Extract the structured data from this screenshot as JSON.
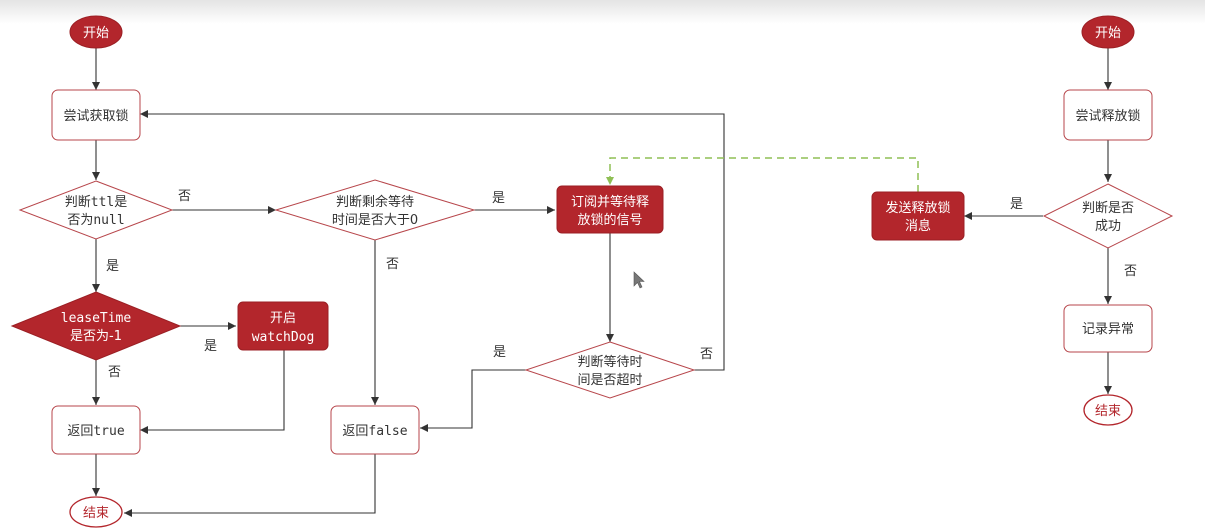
{
  "nodes": {
    "start_left": "开始",
    "try_acquire": "尝试获取锁",
    "judge_ttl": [
      "判断ttl是",
      "否为null"
    ],
    "judge_remaining": [
      "判断剩余等待",
      "时间是否大于0"
    ],
    "subscribe_wait": [
      "订阅并等待释",
      "放锁的信号"
    ],
    "lease_time": [
      "leaseTime",
      "是否为-1"
    ],
    "watchdog": [
      "开启",
      "watchDog"
    ],
    "return_true": "返回true",
    "return_false": "返回false",
    "judge_timeout": [
      "判断等待时",
      "间是否超时"
    ],
    "end_left": "结束",
    "start_right": "开始",
    "try_release": "尝试释放锁",
    "judge_success": [
      "判断是否",
      "成功"
    ],
    "send_release": [
      "发送释放锁",
      "消息"
    ],
    "record_error": "记录异常",
    "end_right": "结束"
  },
  "edges": {
    "ttl_no": "否",
    "remaining_yes": "是",
    "ttl_yes": "是",
    "remaining_no": "否",
    "lease_yes": "是",
    "lease_no": "否",
    "timeout_yes": "是",
    "timeout_no": "否",
    "success_yes": "是",
    "success_no": "否"
  },
  "colors": {
    "accent": "#b3262c",
    "stroke": "#b7464b",
    "line": "#333333",
    "dashed": "#8fbf55"
  }
}
